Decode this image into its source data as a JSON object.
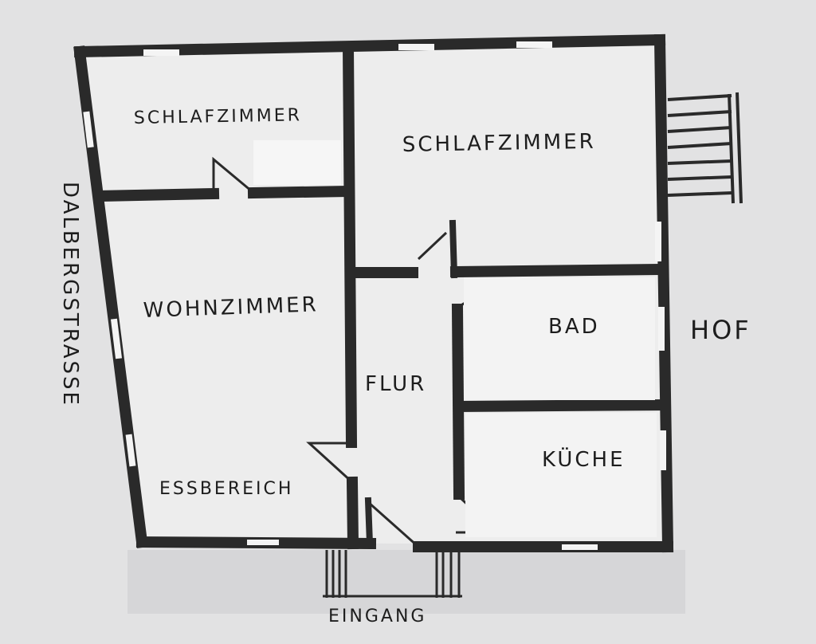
{
  "plan": {
    "rooms": {
      "bedroom_left": "SCHLAFZIMMER",
      "bedroom_right": "SCHLAFZIMMER",
      "living": "WOHNZIMMER",
      "hall": "FLUR",
      "bath": "BAD",
      "kitchen": "KÜCHE",
      "dining": "ESSBEREICH"
    },
    "outside": {
      "street": "DALBERGSTRASSE",
      "yard": "HOF",
      "entrance": "EINGANG"
    }
  },
  "colors": {
    "wall": "#2a2a2a",
    "paper": "#ececec",
    "background": "#dcdcdd"
  }
}
